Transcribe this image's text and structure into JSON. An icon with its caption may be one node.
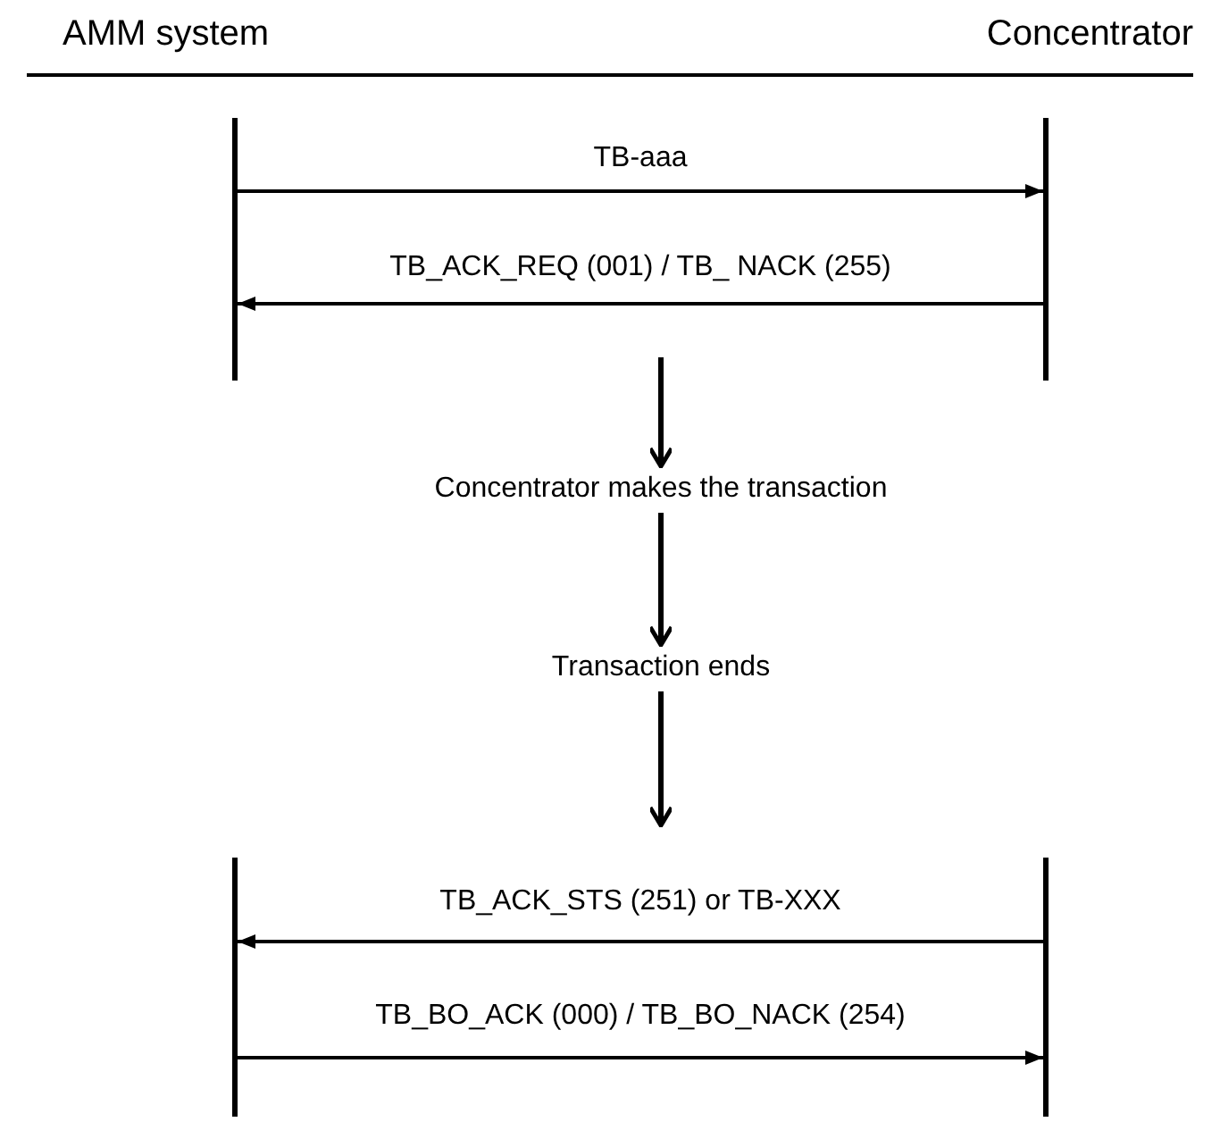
{
  "diagram": {
    "nodes": [
      {
        "text": [
          "AMM system"
        ]
      },
      {
        "text": [
          "Concentrator"
        ]
      },
      {
        "text": [],
        "shape": "bar"
      },
      {
        "text": [],
        "shape": "bar"
      },
      {
        "text": [
          "Concentrator makes the transaction"
        ]
      },
      {
        "text": [
          "Transaction ends"
        ]
      },
      {
        "text": [],
        "shape": "bar"
      },
      {
        "text": [],
        "shape": "bar"
      }
    ],
    "edges": [
      {
        "from": 2,
        "to": 3,
        "arrow": "to",
        "label": "TB-aaa"
      },
      {
        "from": 3,
        "to": 2,
        "arrow": "to",
        "label": "TB_ACK_REQ (001) / TB_ NACK (255)"
      },
      {
        "from": null,
        "to": 4,
        "arrow": "to"
      },
      {
        "from": 4,
        "to": 5,
        "arrow": "to"
      },
      {
        "from": 5,
        "to": null,
        "arrow": "to"
      },
      {
        "from": 7,
        "to": 6,
        "arrow": "to",
        "label": "TB_ACK_STS (251) or TB-XXX"
      },
      {
        "from": 6,
        "to": 7,
        "arrow": "to",
        "label": "TB_BO_ACK (000) / TB_BO_NACK (254)"
      }
    ]
  }
}
